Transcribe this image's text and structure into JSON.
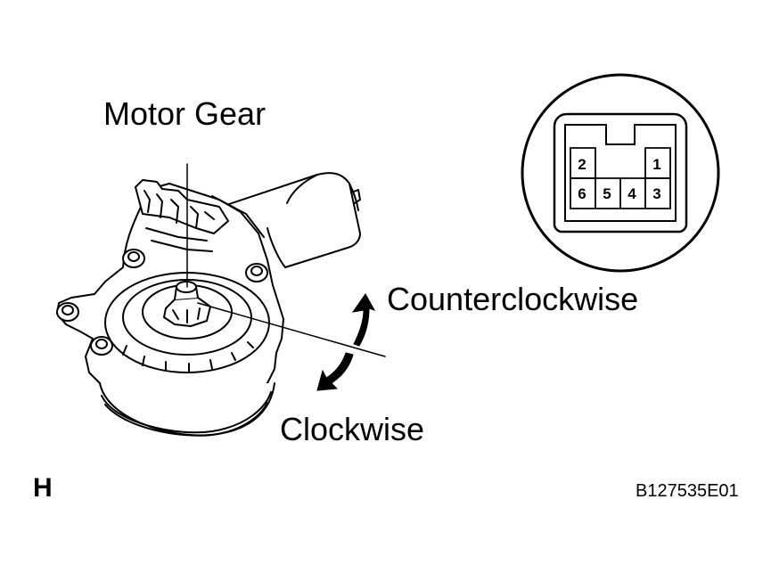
{
  "labels": {
    "motor_gear": "Motor Gear",
    "counterclockwise": "Counterclockwise",
    "clockwise": "Clockwise",
    "corner_letter": "H",
    "figure_code": "B127535E01"
  },
  "connector": {
    "pins_top": [
      "2",
      "1"
    ],
    "pins_bottom": [
      "6",
      "5",
      "4",
      "3"
    ]
  },
  "colors": {
    "line": "#000000",
    "background": "#ffffff"
  }
}
